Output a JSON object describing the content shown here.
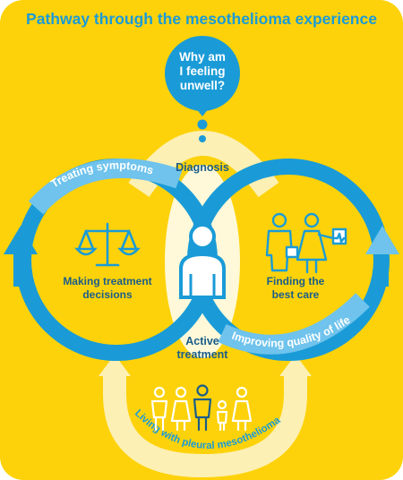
{
  "title": "Pathway through the mesothelioma experience",
  "bubble": {
    "line1": "Why am",
    "line2": "I feeling",
    "line3": "unwell?"
  },
  "labels": {
    "diagnosis": "Diagnosis",
    "active_line1": "Active",
    "active_line2": "treatment",
    "treating": "Treating symptoms",
    "improving": "Improving quality of life",
    "living": "Living with pleural mesothelioma",
    "decisions_line1": "Making treatment",
    "decisions_line2": "decisions",
    "care_line1": "Finding the",
    "care_line2": "best care"
  },
  "icons": {
    "scales": "balance-scales-icon",
    "carers": "doctor-and-nurse-icon",
    "person": "patient-icon",
    "family": "family-group-icon"
  },
  "colors": {
    "background": "#fdd20a",
    "ring_blue": "#1a9bd7",
    "ring_light": "#6fc3ec",
    "loop_pale": "#fdf0b4",
    "center_pale": "#fff9d9",
    "title_blue": "#1a9bd7"
  }
}
